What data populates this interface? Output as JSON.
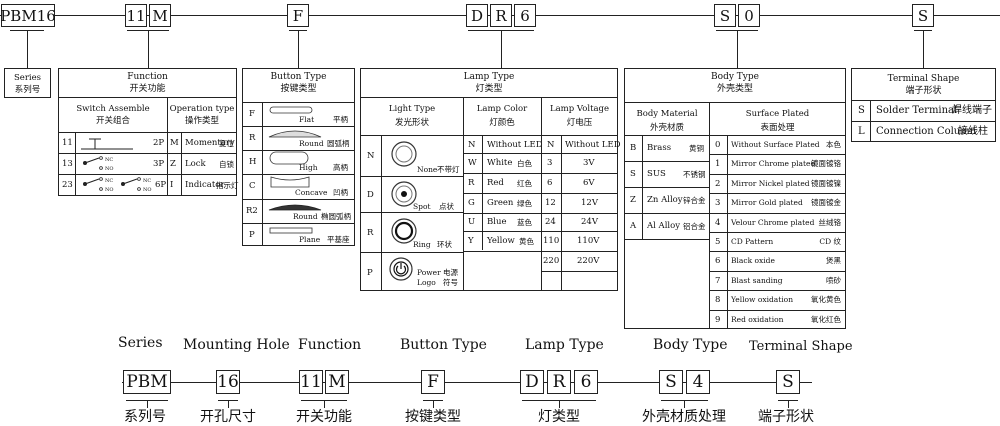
{
  "top_code": {
    "series": "PBM16",
    "function": [
      "11",
      "M"
    ],
    "button": "F",
    "lamp": [
      "D",
      "R",
      "6"
    ],
    "body": [
      "S",
      "0"
    ],
    "terminal": "S"
  },
  "series_box": {
    "en": "Series",
    "cn": "系列号"
  },
  "function_panel": {
    "title_en": "Function",
    "title_cn": "开关功能",
    "switch_assemble_en": "Switch Assemble",
    "switch_assemble_cn": "开关组合",
    "operation_type_en": "Operation type",
    "operation_type_cn": "操作类型",
    "rows": [
      {
        "code": "11",
        "poles": "2P",
        "op_code": "M",
        "op_en": "Momentary",
        "op_cn": "复位"
      },
      {
        "code": "13",
        "poles": "3P",
        "op_code": "Z",
        "op_en": "Lock",
        "op_cn": "自锁"
      },
      {
        "code": "23",
        "poles": "6P",
        "op_code": "I",
        "op_en": "Indicator",
        "op_cn": "指示灯"
      }
    ],
    "nc": "NC",
    "no": "NO"
  },
  "button_panel": {
    "title_en": "Button   Type",
    "title_cn": "按键类型",
    "rows": [
      {
        "code": "F",
        "en": "Flat",
        "cn": "平柄"
      },
      {
        "code": "R",
        "en": "Round",
        "cn": "圆弧柄"
      },
      {
        "code": "H",
        "en": "High",
        "cn": "高柄"
      },
      {
        "code": "C",
        "en": "Concave",
        "cn": "凹柄"
      },
      {
        "code": "R2",
        "en": "Round",
        "cn": "椭圆弧柄"
      },
      {
        "code": "P",
        "en": "Plane",
        "cn": "平基座"
      }
    ]
  },
  "lamp_panel": {
    "title_en": "Lamp   Type",
    "title_cn": "灯类型",
    "shape_en": "Light Type",
    "shape_cn": "发光形状",
    "color_en": "Lamp  Color",
    "color_cn": "灯颜色",
    "voltage_en": "Lamp Voltage",
    "voltage_cn": "灯电压",
    "shapes": [
      {
        "code": "N",
        "en": "None",
        "cn": "不带灯"
      },
      {
        "code": "D",
        "en": "Spot",
        "cn": "点状"
      },
      {
        "code": "R",
        "en": "Ring",
        "cn": "环状"
      },
      {
        "code": "P",
        "en": "Power",
        "cn": "电源",
        "en2": "Logo",
        "cn2": "符号"
      }
    ],
    "colors": [
      {
        "code": "N",
        "en": "Without LED",
        "cn": ""
      },
      {
        "code": "W",
        "en": "White",
        "cn": "白色"
      },
      {
        "code": "R",
        "en": "Red",
        "cn": "红色"
      },
      {
        "code": "G",
        "en": "Green",
        "cn": "绿色"
      },
      {
        "code": "U",
        "en": "Blue",
        "cn": "蓝色"
      },
      {
        "code": "Y",
        "en": "Yellow",
        "cn": "黄色"
      }
    ],
    "voltages": [
      {
        "code": "N",
        "value": "Without LED"
      },
      {
        "code": "3",
        "value": "3V"
      },
      {
        "code": "6",
        "value": "6V"
      },
      {
        "code": "12",
        "value": "12V"
      },
      {
        "code": "24",
        "value": "24V"
      },
      {
        "code": "110",
        "value": "110V"
      },
      {
        "code": "220",
        "value": "220V"
      }
    ]
  },
  "body_panel": {
    "title_en": "Body Type",
    "title_cn": "外壳类型",
    "material_en": "Body Material",
    "material_cn": "外壳材质",
    "plated_en": "Surface  Plated",
    "plated_cn": "表面处理",
    "materials": [
      {
        "code": "B",
        "en": "Brass",
        "cn": "黄铜"
      },
      {
        "code": "S",
        "en": "SUS",
        "cn": "不锈钢"
      },
      {
        "code": "Z",
        "en": "Zn Alloy",
        "cn": "锌合金"
      },
      {
        "code": "A",
        "en": "Al Alloy",
        "cn": "铝合金"
      }
    ],
    "plated": [
      {
        "code": "0",
        "en": "Without Surface Plated",
        "cn": "本色"
      },
      {
        "code": "1",
        "en": "Mirror Chrome plated",
        "cn": "镜面镀铬"
      },
      {
        "code": "2",
        "en": "Mirror Nickel plated",
        "cn": "镜面镀镍"
      },
      {
        "code": "3",
        "en": "Mirror Gold plated",
        "cn": "镜面镀金"
      },
      {
        "code": "4",
        "en": "Velour Chrome plated",
        "cn": "丝绒铬"
      },
      {
        "code": "5",
        "en": "CD Pattern",
        "cn": "CD 纹"
      },
      {
        "code": "6",
        "en": "Black oxide",
        "cn": "煲黑"
      },
      {
        "code": "7",
        "en": "Blast sanding",
        "cn": "喷砂"
      },
      {
        "code": "8",
        "en": "Yellow oxidation",
        "cn": "氧化黄色"
      },
      {
        "code": "9",
        "en": "Red oxidation",
        "cn": "氧化红色"
      }
    ]
  },
  "terminal_panel": {
    "title_en": "Terminal Shape",
    "title_cn": "端子形状",
    "rows": [
      {
        "code": "S",
        "en": "Solder Terminal",
        "cn": "焊线端子"
      },
      {
        "code": "L",
        "en": "Connection Column",
        "cn": "接线柱"
      }
    ]
  },
  "bottom": {
    "labels_en": [
      "Series",
      "Mounting Hole",
      "Function",
      "Button  Type",
      "Lamp   Type",
      "Body Type",
      "Terminal Shape"
    ],
    "labels_cn": [
      "系列号",
      "开孔尺寸",
      "开关功能",
      "按键类型",
      "灯类型",
      "外壳材质处理",
      "端子形状"
    ],
    "series": "PBM",
    "hole": "16",
    "function": [
      "11",
      "M"
    ],
    "button": "F",
    "lamp": [
      "D",
      "R",
      "6"
    ],
    "body": [
      "S",
      "4"
    ],
    "terminal": "S"
  }
}
